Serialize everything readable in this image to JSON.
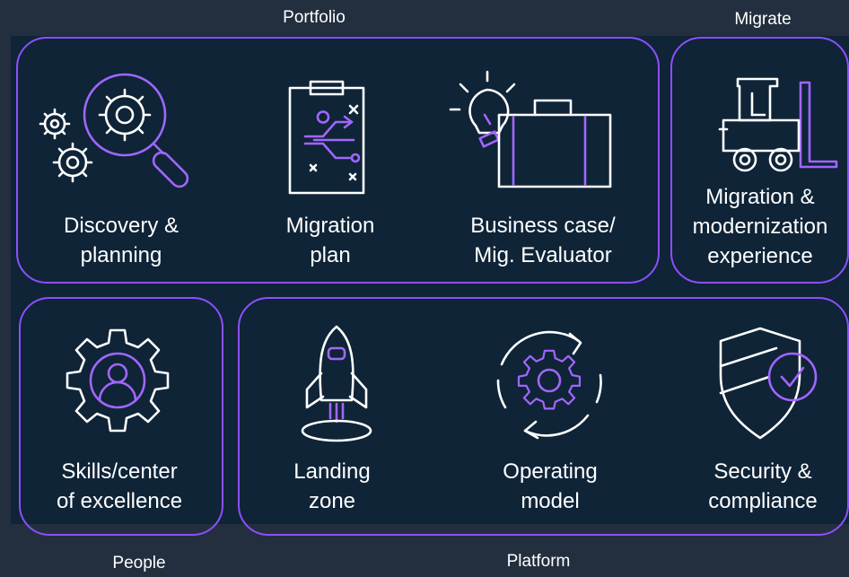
{
  "groups": {
    "portfolio": "Portfolio",
    "migrate": "Migrate",
    "people": "People",
    "platform": "Platform"
  },
  "items": {
    "discovery": [
      "Discovery &",
      "planning"
    ],
    "migration_plan": [
      "Migration",
      "plan"
    ],
    "business_case": [
      "Business case/",
      "Mig. Evaluator"
    ],
    "modernization": [
      "Migration &",
      "modernization",
      "experience"
    ],
    "skills": [
      "Skills/center",
      "of excellence"
    ],
    "landing": [
      "Landing",
      "zone"
    ],
    "operating": [
      "Operating",
      "model"
    ],
    "security": [
      "Security &",
      "compliance"
    ]
  },
  "colors": {
    "background": "#232f3e",
    "panel": "#0f2437",
    "accent_purple": "#8c4fff",
    "text": "#ffffff"
  },
  "icons": {
    "discovery": "gears-magnifier-icon",
    "migration_plan": "clipboard-arrows-icon",
    "business_case": "lightbulb-briefcase-icon",
    "modernization": "forklift-icon",
    "skills": "gear-person-icon",
    "landing": "rocket-icon",
    "operating": "gear-cycle-icon",
    "security": "shield-check-icon"
  }
}
